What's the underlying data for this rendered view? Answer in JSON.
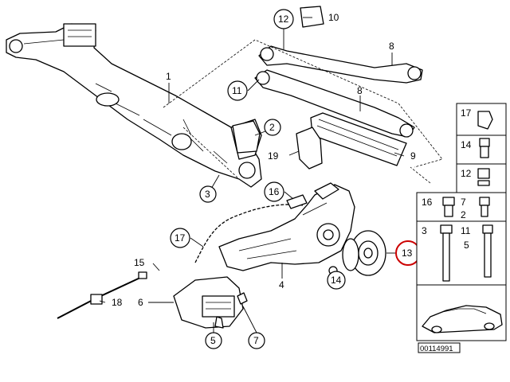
{
  "diagram": {
    "callouts": {
      "c1": "1",
      "c2": "2",
      "c3": "3",
      "c4": "4",
      "c5": "5",
      "c6": "6",
      "c7": "7",
      "c8a": "8",
      "c8b": "8",
      "c9": "9",
      "c10": "10",
      "c11": "11",
      "c12": "12",
      "c13": "13",
      "c14": "14",
      "c15": "15",
      "c16": "16",
      "c17": "17",
      "c18": "18",
      "c19": "19"
    },
    "highlight_color": "#cc0000",
    "side_panel": {
      "r1": [
        "17"
      ],
      "r2": [
        "14"
      ],
      "r3": [
        "12"
      ],
      "r4": [
        "16",
        "7",
        "2"
      ],
      "r5": [
        "3",
        "11",
        "5"
      ]
    },
    "diagram_id": "00114991"
  }
}
